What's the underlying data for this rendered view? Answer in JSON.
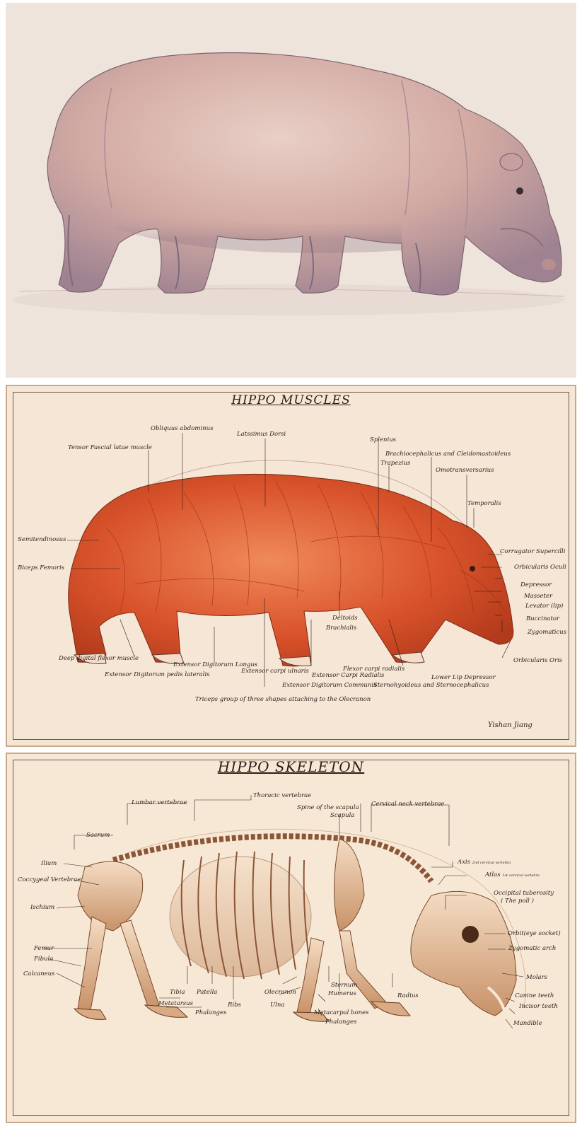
{
  "colors": {
    "paper_top": "#efe4dc",
    "paper_muscles": "#f6e6d6",
    "paper_skeleton": "#f7e8d6",
    "hippo_skin": "#d9b4ad",
    "muscle_red": "#d9532b",
    "bone_sepia": "#b07a52",
    "ink": "#2a1e18"
  },
  "muscles": {
    "title": "HIPPO MUSCLES",
    "signature": "Yishan Jiang",
    "labels": {
      "obliquus": "Obliquus abdominus",
      "latissimus": "Latssimus Dorsi",
      "tensor": "Tensor Fascial latae muscle",
      "splenius": "Splenius",
      "brachio": "Brachiocephalicus and Cleidomastoideus",
      "trapezius": "Trapezius",
      "omotrans": "Omotransversarius",
      "temporalis": "Temporalis",
      "semitend": "Semitendinosus",
      "corrugator": "Corrugator Supercilli",
      "biceps": "Biceps Femoris",
      "orb_oculi": "Orbicularis Oculi",
      "depressor": "Depressor",
      "masseter": "Masseter",
      "levator": "Levator (lip)",
      "buccinator": "Buccinator",
      "deltoids": "Deltoids",
      "brachialis": "Brachialis",
      "zygomaticus": "Zygomaticus",
      "deep_digital": "Deep digital flexor muscle",
      "ext_dig_longus": "Extensor Digitorum Longus",
      "ext_carpi_uln": "Extensor carpi ulnaris",
      "flexor_carpi": "Flexor carpi radialis",
      "orb_oris": "Orbicularis Oris",
      "ext_dig_ped": "Extensor Digitorum pedis lateralis",
      "ext_carpi_rad": "Extensor Carpi Radialis",
      "lower_lip": "Lower Lip Depressor",
      "ext_dig_comm": "Extensor Digitorum Communis",
      "sterno": "Sternohyoideus and Sternocephalicus",
      "triceps": "Triceps group of three shapes attaching to the Olecranon"
    }
  },
  "skeleton": {
    "title": "HIPPO SKELETON",
    "labels": {
      "thoracic": "Thoracic vertebrae",
      "lumbar": "Lumbar vertebrae",
      "spine_scapula": "Spine of the scapula",
      "cervical": "Cervical neck vertebrae",
      "scapula": "Scapula",
      "sacrum": "Sacrum",
      "axis": "Axis",
      "axis_note": "2nd cervical vertebra",
      "ilium": "Ilium",
      "atlas": "Atlas",
      "atlas_note": "1st cervical vertebra",
      "coccygeal": "Coccygeal Vertebrae",
      "occipital": "Occipital tuberosity",
      "occipital_note": "( The poll )",
      "ischium": "Ischium",
      "orbit": "Orbit(eye socket)",
      "zygomatic": "Zygomatic arch",
      "femur": "Femur",
      "fibula": "Fibula",
      "molars": "Molars",
      "calcaneus": "Calcaneus",
      "sternum": "Sternum",
      "tibia": "Tibia",
      "patella": "Patella",
      "olecranon": "Olecranon",
      "humerus": "Humerus",
      "radius": "Radius",
      "canine": "Canine teeth",
      "metatarsus": "Metatarsus",
      "ribs": "Ribs",
      "ulna": "Ulna",
      "metacarpal": "Metacarpal bones",
      "incisor": "Incisor teeth",
      "phalanges_hind": "Phalanges",
      "phalanges_fore": "Phalanges",
      "mandible": "Mandible"
    }
  }
}
